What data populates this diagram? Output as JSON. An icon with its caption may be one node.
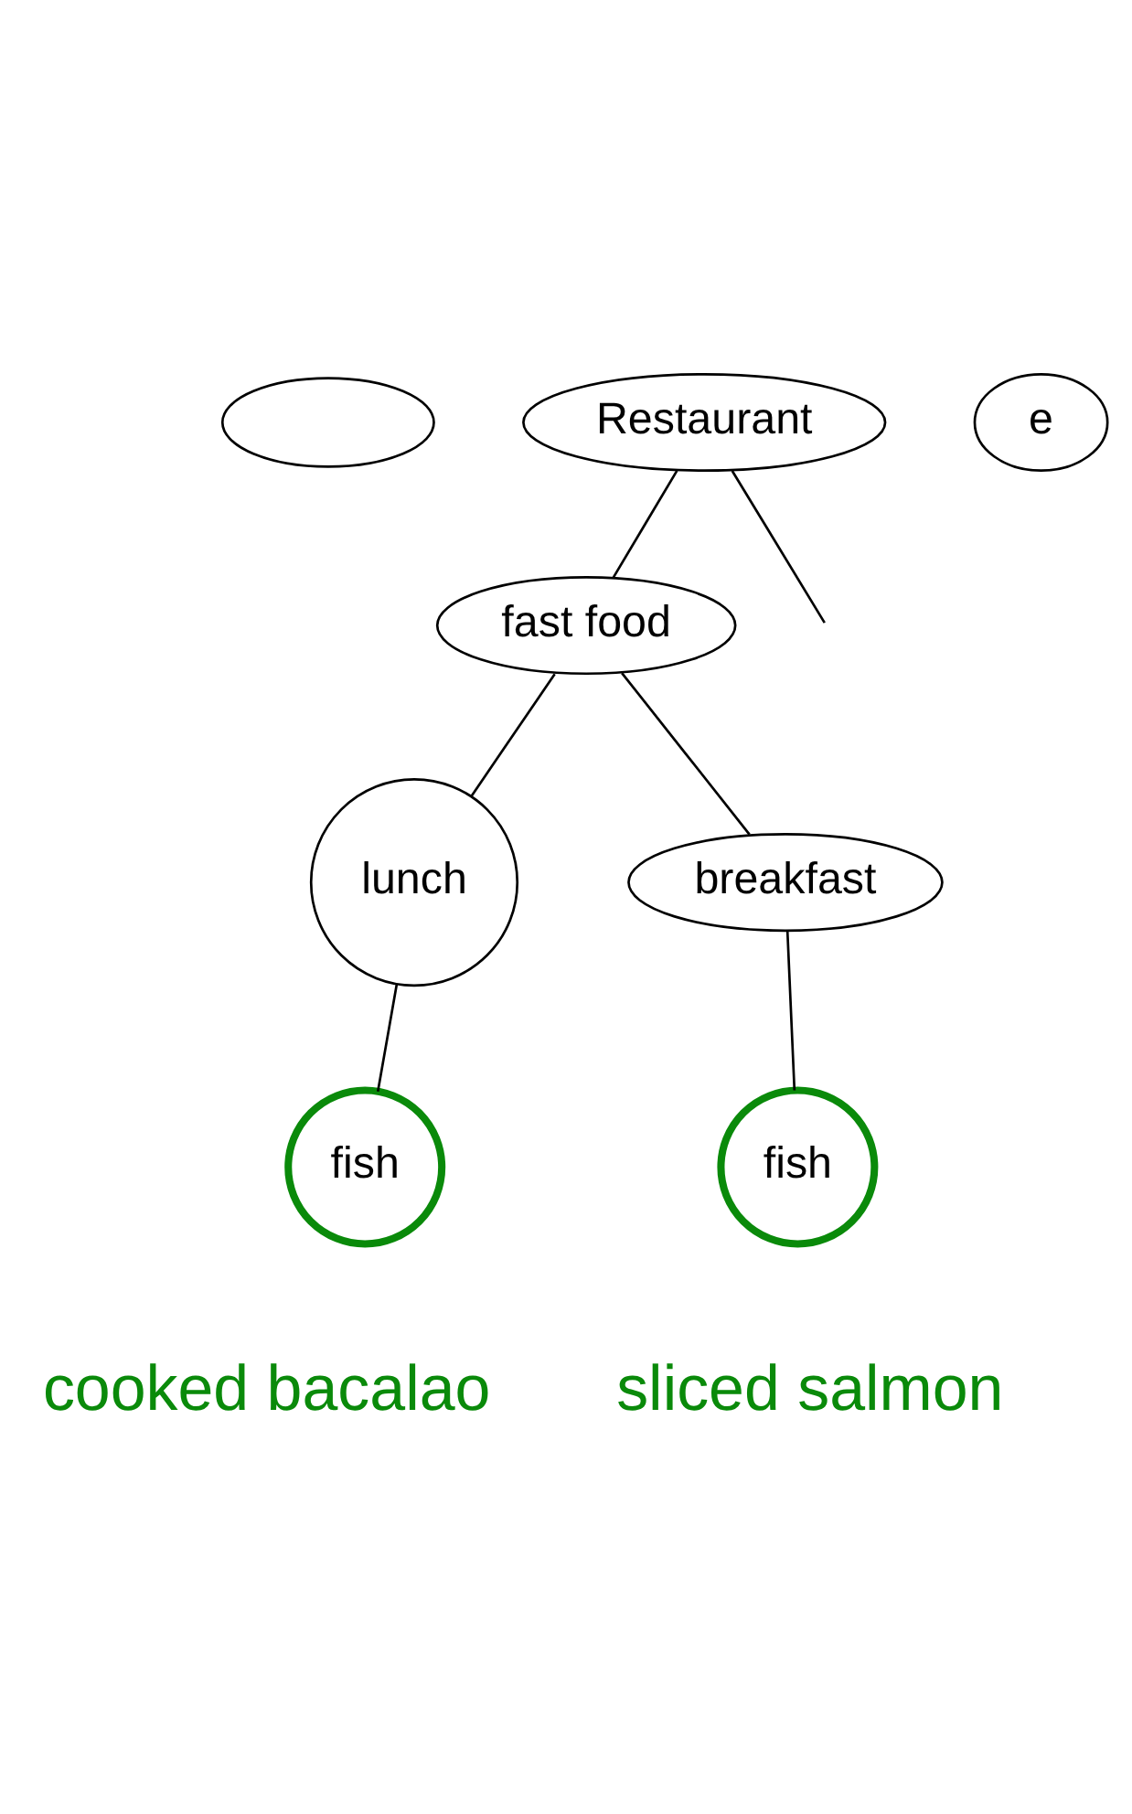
{
  "diagram": {
    "nodes": [
      {
        "text": [],
        "shape": "ellipse"
      },
      {
        "text": [
          "Restaurant"
        ]
      },
      {
        "text": [
          "e"
        ]
      },
      {
        "text": [
          "fast food"
        ]
      },
      {
        "text": [
          "lunch"
        ]
      },
      {
        "text": [
          "breakfast"
        ]
      },
      {
        "text": [
          "fish"
        ],
        "beside": [
          "cooked bacalao"
        ]
      },
      {
        "text": [
          "fish"
        ],
        "beside": [
          "sliced salmon"
        ]
      }
    ],
    "edges": [
      {
        "from": 1,
        "to": 3,
        "arrow": "none"
      },
      {
        "from": 1,
        "to": null,
        "arrow": "none"
      },
      {
        "from": 3,
        "to": 4,
        "arrow": "none"
      },
      {
        "from": 3,
        "to": 5,
        "arrow": "none"
      },
      {
        "from": 4,
        "to": 6,
        "arrow": "none"
      },
      {
        "from": 5,
        "to": 7,
        "arrow": "none"
      }
    ]
  }
}
